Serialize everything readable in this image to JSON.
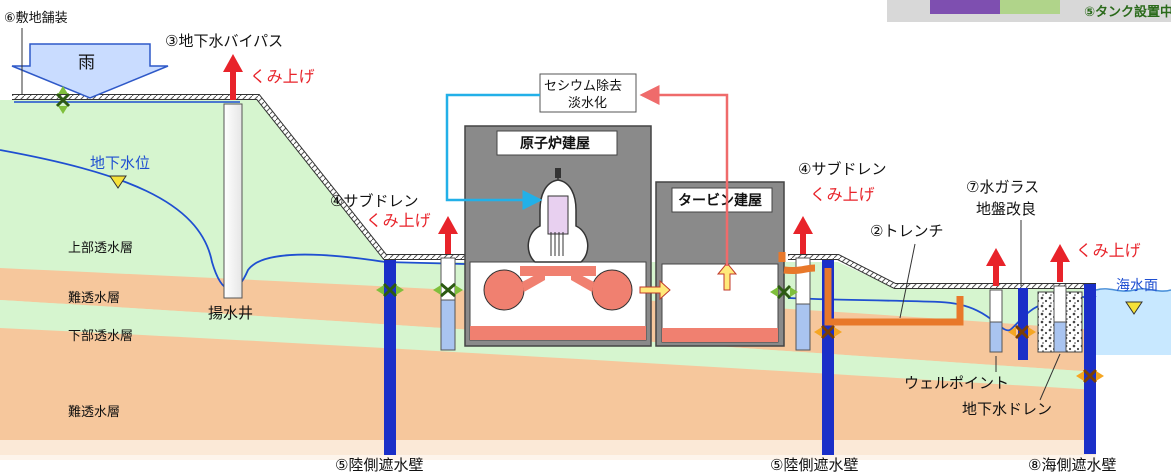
{
  "labels": {
    "paving": "⑥敷地舗装",
    "rain": "雨",
    "bypass": "③地下水バイパス",
    "pump_up_1": "くみ上げ",
    "pump_up_2": "くみ上げ",
    "pump_up_3": "くみ上げ",
    "pump_up_4": "くみ上げ",
    "cesium_1": "セシウム除去",
    "cesium_2": "淡水化",
    "reactor_bldg": "原子炉建屋",
    "turbine_bldg": "タービン建屋",
    "groundwater_level": "地下水位",
    "subdrain_left": "④サブドレン",
    "subdrain_right": "④サブドレン",
    "upper_permeable": "上部透水層",
    "low_permeable_1": "難透水層",
    "lower_permeable": "下部透水層",
    "low_permeable_2": "難透水層",
    "pumping_well": "揚水井",
    "trench": "②トレンチ",
    "water_glass_1": "⑦水ガラス",
    "water_glass_2": "地盤改良",
    "sea_level": "海水面",
    "wellpoint": "ウェルポイント",
    "gw_drain": "地下水ドレン",
    "land_wall_left": "⑤陸側遮水壁",
    "land_wall_right": "⑤陸側遮水壁",
    "sea_wall": "⑧海側遮水壁",
    "tank_banner": "⑤タンク設置中"
  },
  "colors": {
    "ground_green": "#d6f5cf",
    "low_perm_orange": "#f6c79c",
    "impermeable_wall": "#1a2fc8",
    "building_gray": "#8a8a8a",
    "water_red": "#f08070",
    "arrow_red": "#e8232a",
    "sea_blue": "#c8e8ff"
  }
}
